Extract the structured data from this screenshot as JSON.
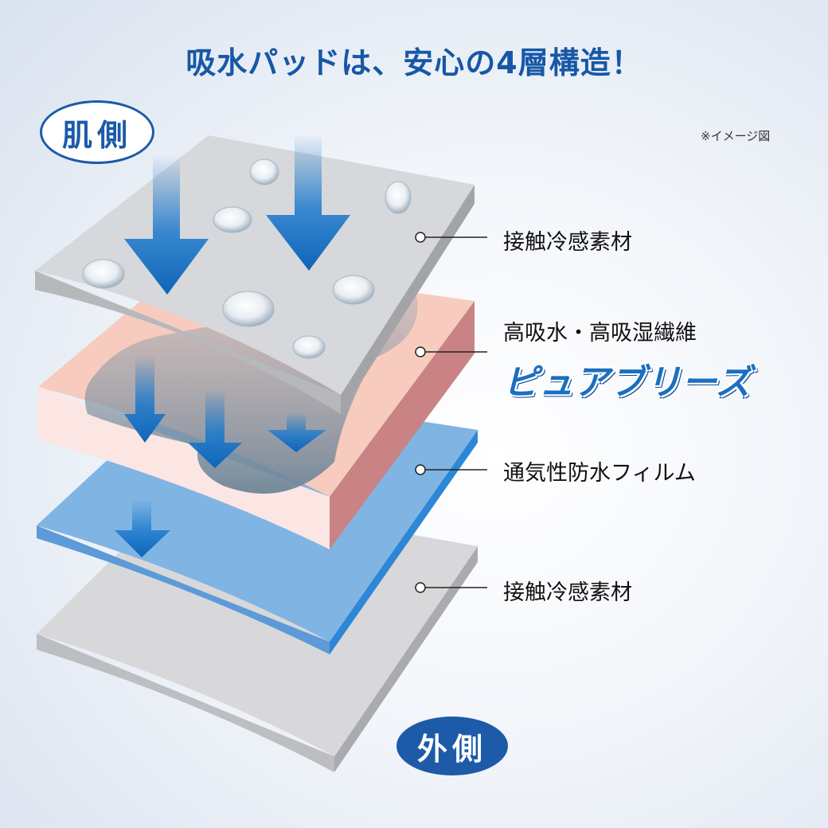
{
  "title": "吸水パッドは、安心の4層構造！",
  "note": "※イメージ図",
  "badges": {
    "skin_side": "肌側",
    "outer_side": "外側"
  },
  "layers": [
    {
      "label": "接触冷感素材"
    },
    {
      "label": "高吸水・高吸湿繊維",
      "brand": "ピュアブリーズ"
    },
    {
      "label": "通気性防水フィルム"
    },
    {
      "label": "接触冷感素材"
    }
  ],
  "colors": {
    "title": "#1757a6",
    "top_sheet": "#d6d8dc",
    "absorbent_face": "#f7cbbd",
    "absorbent_edge": "#c98384",
    "film_face": "#80b4e3",
    "film_edge": "#2d87d6",
    "bottom_sheet": "#d8d8da",
    "arrow": "#1c7acc"
  }
}
